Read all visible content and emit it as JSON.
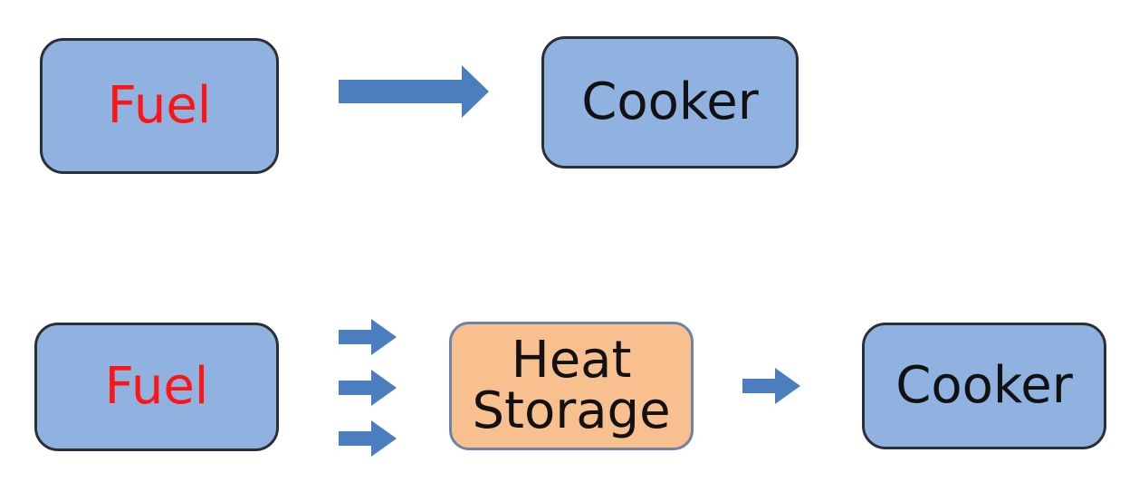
{
  "colors": {
    "box_fill": "#8fb2e0",
    "storage_fill": "#f8bf8f",
    "box_border": "#2b2f36",
    "arrow_fill": "#4a7ebf",
    "fuel_text": "#ff1414"
  },
  "top_row": {
    "fuel_label": "Fuel",
    "cooker_label": "Cooker"
  },
  "bottom_row": {
    "fuel_label": "Fuel",
    "storage_line1": "Heat",
    "storage_line2": "Storage",
    "cooker_label": "Cooker"
  }
}
